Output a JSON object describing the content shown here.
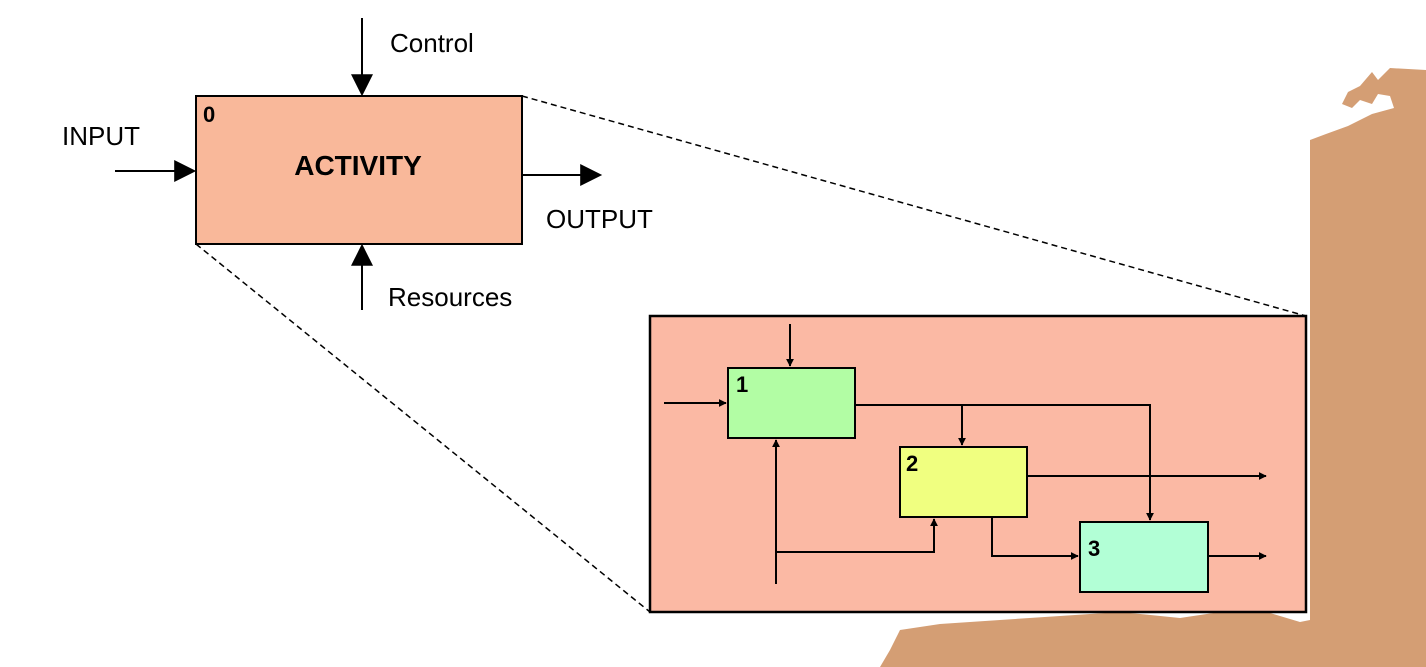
{
  "diagram": {
    "parent": {
      "number": "0",
      "title": "ACTIVITY",
      "fill": "#F9B89A",
      "inputs": {
        "control": "Control",
        "input": "INPUT",
        "output": "OUTPUT",
        "resources": "Resources"
      }
    },
    "detail": {
      "fill": "#FBB9A4",
      "boxes": [
        {
          "number": "1",
          "fill": "#B2FDA4"
        },
        {
          "number": "2",
          "fill": "#F0FF80"
        },
        {
          "number": "3",
          "fill": "#B2FFD6"
        }
      ]
    }
  },
  "colors": {
    "line": "#000000",
    "decoration": "#D49E74",
    "background": "#FFFFFF"
  }
}
